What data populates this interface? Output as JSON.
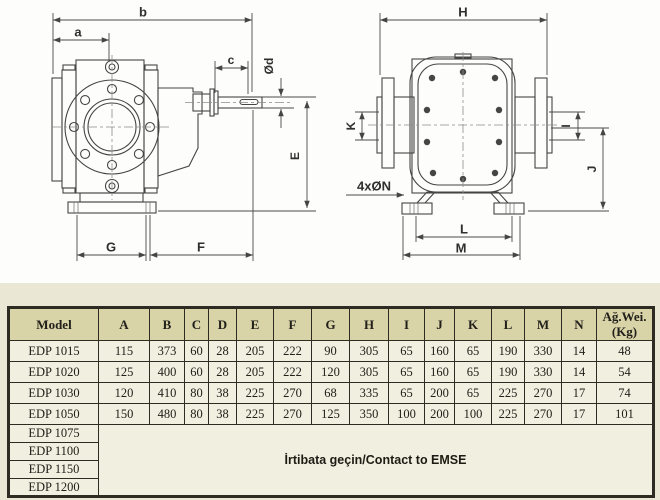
{
  "colors": {
    "band_bg": "#eae7d4",
    "table_header_bg": "#d9d3a8",
    "table_cell_bg": "#f1efe0",
    "table_border": "#2d2b22",
    "drawing_line": "#454545"
  },
  "drawing": {
    "front_view": {
      "dims": {
        "a": "a",
        "b": "b",
        "c": "c",
        "d": "Ød",
        "e": "E",
        "f": "F",
        "g": "G"
      }
    },
    "side_view": {
      "dims": {
        "h": "H",
        "i": "I",
        "j": "J",
        "k": "K",
        "l": "L",
        "m": "M",
        "bolt": "4xØN"
      }
    }
  },
  "table": {
    "headers": [
      "Model",
      "A",
      "B",
      "C",
      "D",
      "E",
      "F",
      "G",
      "H",
      "I",
      "J",
      "K",
      "L",
      "M",
      "N"
    ],
    "weight_line1": "Ağ.Wei.",
    "weight_line2": "(Kg)",
    "rows": [
      {
        "model": "EDP 1015",
        "values": [
          "115",
          "373",
          "60",
          "28",
          "205",
          "222",
          "90",
          "305",
          "65",
          "160",
          "65",
          "190",
          "330",
          "14",
          "48"
        ]
      },
      {
        "model": "EDP 1020",
        "values": [
          "125",
          "400",
          "60",
          "28",
          "205",
          "222",
          "120",
          "305",
          "65",
          "160",
          "65",
          "190",
          "330",
          "14",
          "54"
        ]
      },
      {
        "model": "EDP 1030",
        "values": [
          "120",
          "410",
          "80",
          "38",
          "225",
          "270",
          "68",
          "335",
          "65",
          "200",
          "65",
          "225",
          "270",
          "17",
          "74"
        ]
      },
      {
        "model": "EDP 1050",
        "values": [
          "150",
          "480",
          "80",
          "38",
          "225",
          "270",
          "125",
          "350",
          "100",
          "200",
          "100",
          "225",
          "270",
          "17",
          "101"
        ]
      }
    ],
    "contact_rows": [
      "EDP 1075",
      "EDP 1100",
      "EDP 1150",
      "EDP 1200"
    ],
    "contact_text": "İrtibata geçin/Contact to EMSE"
  }
}
